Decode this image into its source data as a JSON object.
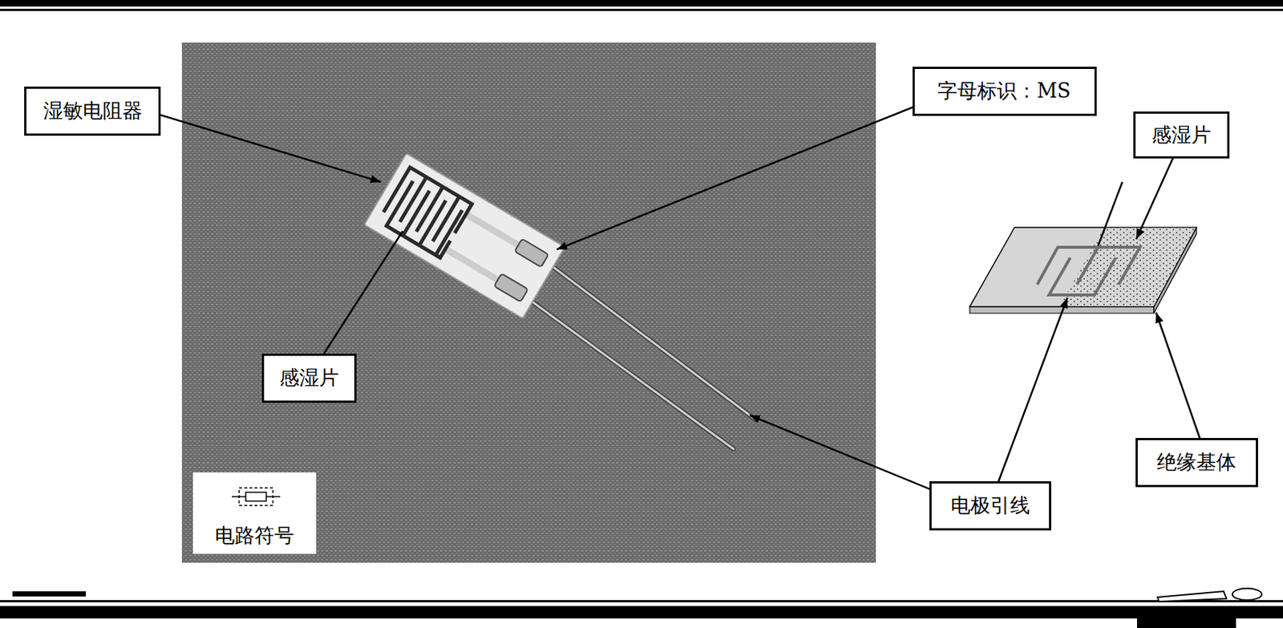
{
  "diagram": {
    "nodes": [
      {
        "text": [
          "湿敏电阻器"
        ]
      },
      {
        "text": [
          "字母标识：MS"
        ]
      },
      {
        "text": [
          "感湿片"
        ]
      },
      {
        "text": [
          "感湿片"
        ]
      },
      {
        "text": [
          "电路符号"
        ]
      },
      {
        "text": [
          "电极引线"
        ]
      },
      {
        "text": [
          "绝缘基体"
        ]
      }
    ]
  }
}
